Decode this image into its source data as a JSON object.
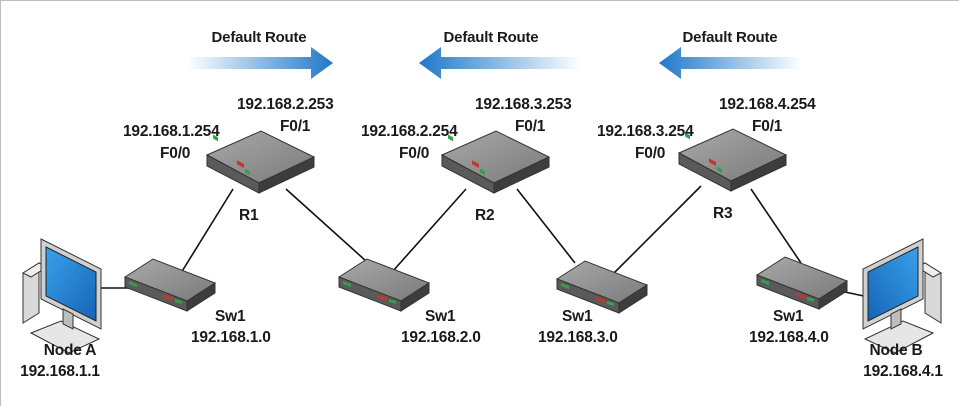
{
  "arrows": {
    "left": "Default Route",
    "middle": "Default Route",
    "right": "Default Route"
  },
  "routers": [
    {
      "name": "R1",
      "port_a": "F0/0",
      "ip_a": "192.168.1.254",
      "port_b": "F0/1",
      "ip_b": "192.168.2.253"
    },
    {
      "name": "R2",
      "port_a": "F0/0",
      "ip_a": "192.168.2.254",
      "port_b": "F0/1",
      "ip_b": "192.168.3.253"
    },
    {
      "name": "R3",
      "port_a": "F0/0",
      "ip_a": "192.168.3.254",
      "port_b": "F0/1",
      "ip_b": "192.168.4.254"
    }
  ],
  "switches": [
    {
      "name": "Sw1",
      "network": "192.168.1.0"
    },
    {
      "name": "Sw1",
      "network": "192.168.2.0"
    },
    {
      "name": "Sw1",
      "network": "192.168.3.0"
    },
    {
      "name": "Sw1",
      "network": "192.168.4.0"
    }
  ],
  "nodes": [
    {
      "name": "Node A",
      "ip": "192.168.1.1"
    },
    {
      "name": "Node B",
      "ip": "192.168.4.1"
    }
  ],
  "colors": {
    "arrow": "#1f78c8",
    "screen": "#1e7fd0",
    "device_top": "#8c8c8c",
    "link": "#111111"
  }
}
